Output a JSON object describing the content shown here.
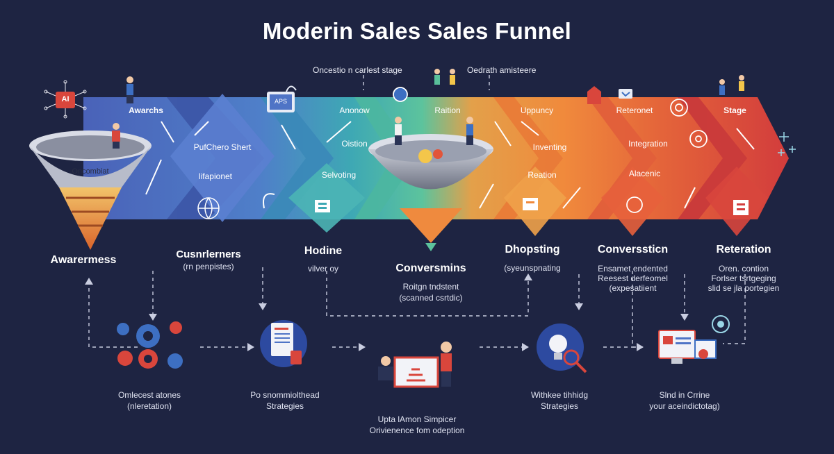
{
  "title": "Moderin Sales Sales Funnel",
  "top_notes": {
    "left": "Oncestio n carlest stage",
    "right": "Oedrath amisteere"
  },
  "band_labels": {
    "awarchs": "Awarchs",
    "pufchero": "PufChero Shert",
    "lifapionet": "lifapionet",
    "anonow": "Anonow",
    "oistion": "Oistion",
    "selvoting": "Selvoting",
    "ai_badge": "AI",
    "aps_badge": "APS",
    "funnel_left_label": "Oncombiat",
    "raition": "Raition",
    "uppuncy": "Uppuncy",
    "inventing": "Inventing",
    "reation": "Reation",
    "reteronet": "Reteronet",
    "integration": "Integration",
    "alacenic": "Alacenic",
    "stage": "Stage"
  },
  "stages": [
    {
      "name": "Awarermess",
      "desc": []
    },
    {
      "name": "Cusnrlerners",
      "desc": [
        "(rn penpistes)"
      ]
    },
    {
      "name": "Hodine",
      "desc": [
        "vilver oy"
      ]
    },
    {
      "name": "Conversmins",
      "desc": [
        "Roitgn tndstent",
        "(scanned csrtdic)"
      ]
    },
    {
      "name": "Dhopsting",
      "desc": [
        "(syeunspnating"
      ]
    },
    {
      "name": "Converssticn",
      "desc": [
        "Ensamet endented",
        "Reesest derfeomel",
        "(expesatiient"
      ]
    },
    {
      "name": "Reteration",
      "desc": [
        "Oren. contion",
        "Forlser tsrtgeging",
        "slid se jla portegien"
      ]
    }
  ],
  "bottom_items": [
    {
      "line1": "Omlecest atones",
      "line2": "(nleretation)"
    },
    {
      "line1": "Po snommiolthead",
      "line2": "Strategies"
    },
    {
      "line1": "Upta lAmon Simpicer",
      "line2": "Orivienence fom odeption"
    },
    {
      "line1": "Withkee tihhidg",
      "line2": "Strategies"
    },
    {
      "line1": "Slnd in Crrine",
      "line2": "your aceindictotag)"
    }
  ],
  "colors": {
    "background": "#1e2442",
    "blue": "#4f74c6",
    "teal": "#3fa6ad",
    "green": "#59bf9a",
    "orange": "#ef8a3e",
    "red": "#d9463c"
  },
  "icons": [
    "ai-chip-icon",
    "person-icon",
    "funnel-icon",
    "laptop-icon",
    "globe-icon",
    "bowl-icon",
    "clipboard-icon",
    "gear-group-icon",
    "document-icon",
    "presenter-icon",
    "lightbulb-icon",
    "computer-screen-icon",
    "target-icon",
    "people-icon"
  ]
}
